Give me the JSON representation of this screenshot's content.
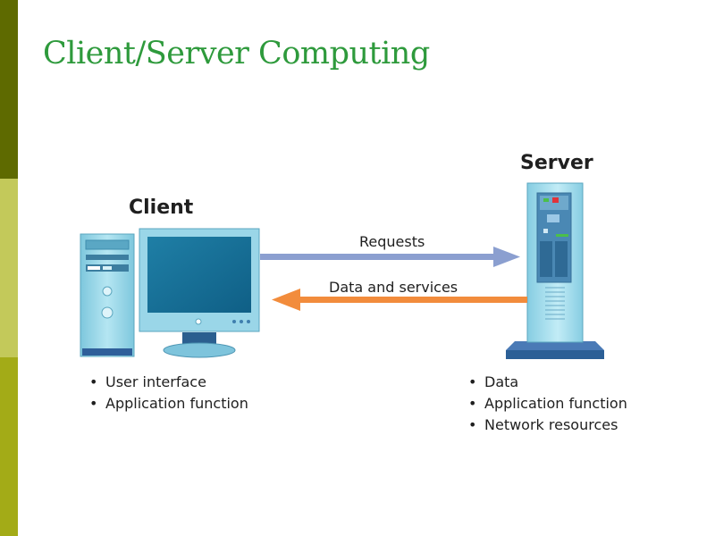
{
  "slide": {
    "title": "Client/Server Computing"
  },
  "colors": {
    "title": "#2e9a3c",
    "band_top": "#5e6a00",
    "band_mid": "#c3c95a",
    "band_bottom": "#a3ab17",
    "request_arrow": "#8b9fd0",
    "response_arrow": "#f28c3c",
    "device_fill": "#8fd3e6"
  },
  "diagram": {
    "client": {
      "label": "Client",
      "icon": "desktop-computer-icon",
      "features": [
        "User interface",
        "Application function"
      ]
    },
    "server": {
      "label": "Server",
      "icon": "tower-server-icon",
      "features": [
        "Data",
        "Application function",
        "Network resources"
      ]
    },
    "arrows": {
      "request": "Requests",
      "response": "Data and services"
    }
  }
}
